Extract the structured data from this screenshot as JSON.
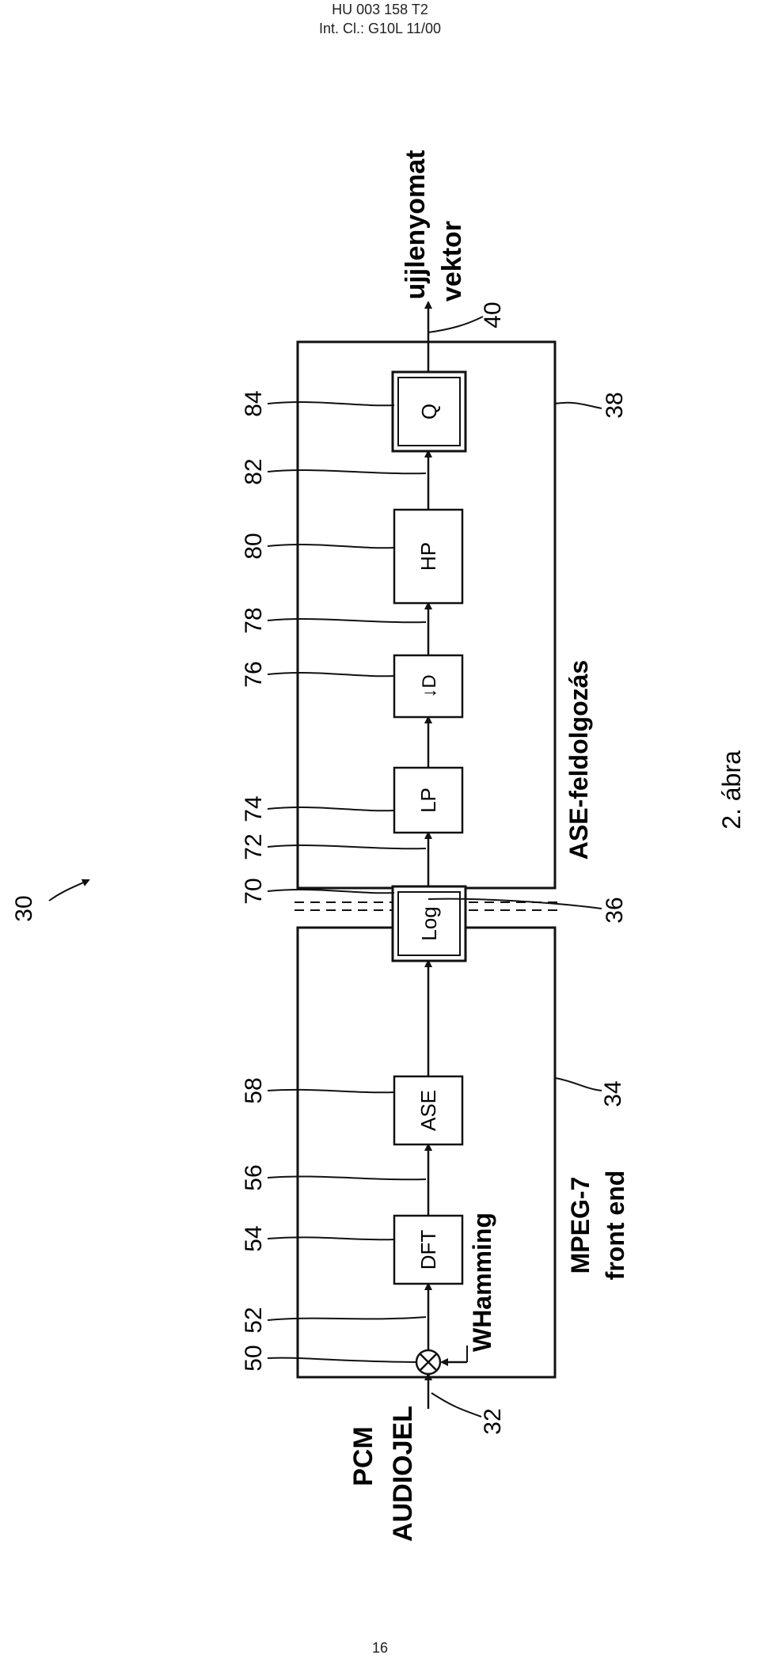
{
  "header": {
    "line1": "HU 003 158 T2",
    "line2": "Int. Cl.: G10L 11/00"
  },
  "figure": {
    "figure_ref": "30",
    "caption": "2. ábra",
    "input_label_line1": "PCM",
    "input_label_line2": "AUDIOJEL",
    "output_label_line1": "ujjlenyomat",
    "output_label_line2": "vektor",
    "window_label": "WHamming",
    "left_box_title_line1": "MPEG-7",
    "left_box_title_line2": "front end",
    "right_box_title": "ASE-feldolgozás",
    "blocks": {
      "dft": "DFT",
      "ase": "ASE",
      "log": "Log",
      "lp": "LP",
      "down": "↓D",
      "hp": "HP",
      "q": "Q"
    },
    "refs": {
      "r50": "50",
      "r52": "52",
      "r54": "54",
      "r56": "56",
      "r58": "58",
      "r70": "70",
      "r72": "72",
      "r74": "74",
      "r76": "76",
      "r78": "78",
      "r80": "80",
      "r82": "82",
      "r84": "84",
      "r32": "32",
      "r34": "34",
      "r36": "36",
      "r38": "38",
      "r40": "40"
    }
  },
  "page_number": "16"
}
